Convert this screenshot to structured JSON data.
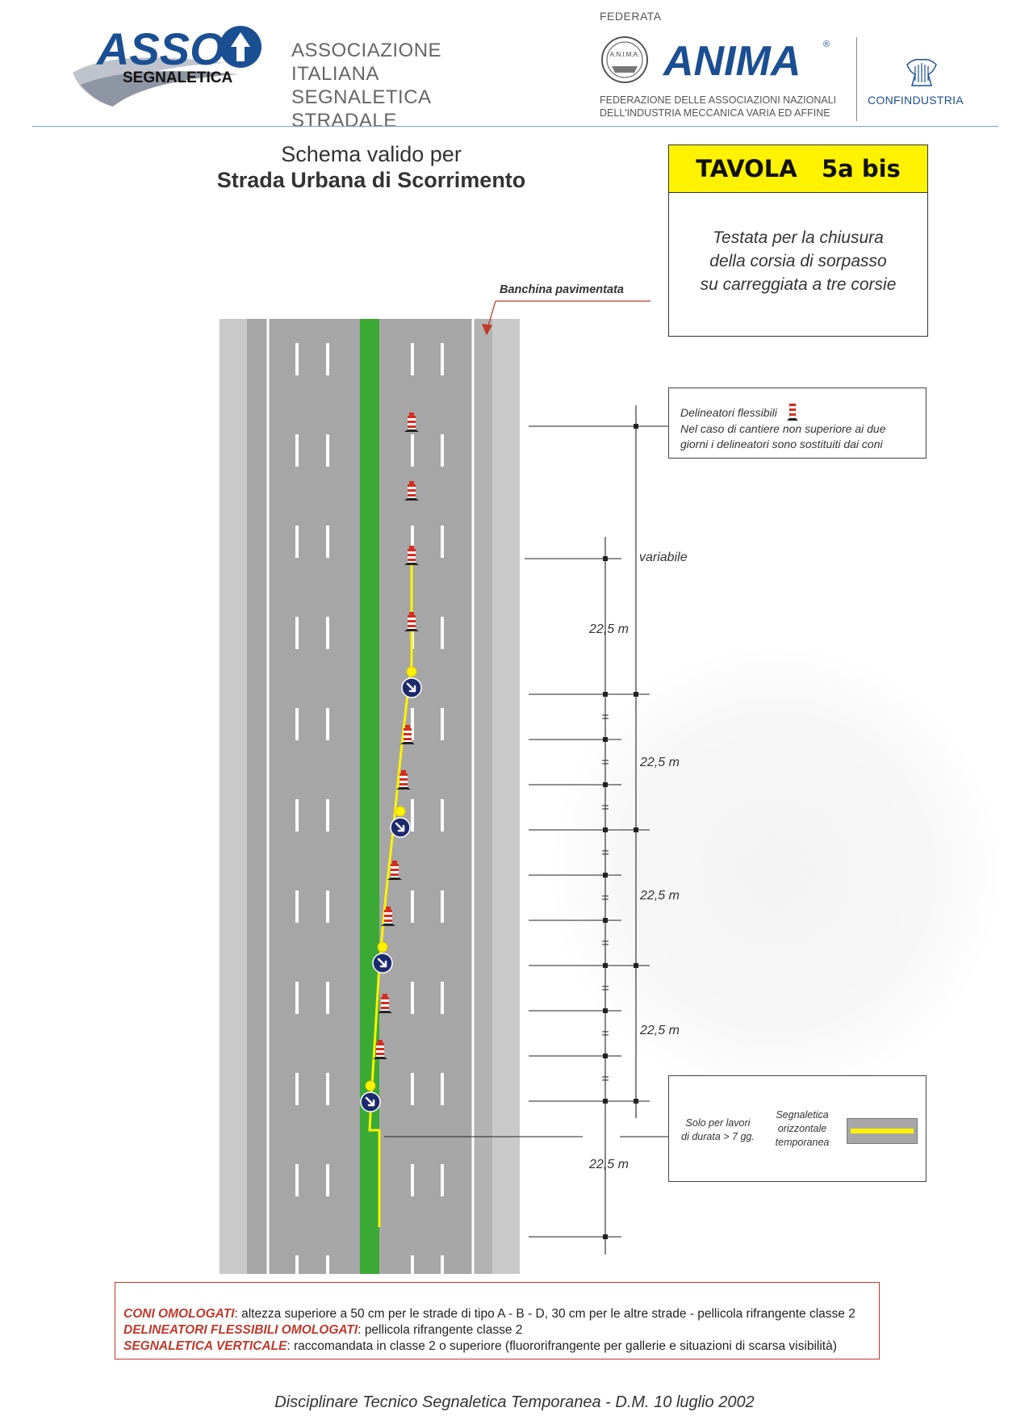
{
  "header": {
    "asso_logo_main": "ASSO",
    "asso_logo_sub": "SEGNALETICA",
    "asso_name_1": "ASSOCIAZIONE ITALIANA",
    "asso_name_2": "SEGNALETICA STRADALE",
    "federata": "FEDERATA",
    "anima_seal": "A.N.I.M.A.",
    "anima_logo": "ANIMA",
    "anima_reg": "®",
    "anima_sub_1": "FEDERAZIONE DELLE ASSOCIAZIONI NAZIONALI",
    "anima_sub_2": "DELL'INDUSTRIA MECCANICA VARIA ED AFFINE",
    "confindustria": "CONFINDUSTRIA"
  },
  "title": {
    "schema_line1": "Schema valido per",
    "schema_line2": "Strada Urbana di Scorrimento"
  },
  "tavola": {
    "label": "TAVOLA",
    "number": "5a bis",
    "desc_line1": "Testata per la chiusura",
    "desc_line2": "della corsia di sorpasso",
    "desc_line3": "su carreggiata a tre corsie"
  },
  "diagram": {
    "banchina_label": "Banchina pavimentata",
    "variabile": "variabile",
    "equals_sign": "=",
    "measures": [
      "22,5 m",
      "22,5 m",
      "22,5 m",
      "22,5 m",
      "22,5 m"
    ],
    "colors": {
      "road": "#a6a6a6",
      "shoulder": "#c9c9c9",
      "median": "#3aaa35",
      "taper_line": "#fff200",
      "sign": "#1e2a6e",
      "delineator_red": "#d62d20"
    }
  },
  "legend_delineators": {
    "title": "Delineatori flessibili",
    "text_1": "Nel caso di cantiere non superiore ai due",
    "text_2": "giorni i delineatori sono sostituiti dai coni"
  },
  "legend_marking": {
    "cond_1": "Solo per lavori",
    "cond_2": "di durata > 7 gg.",
    "label_1": "Segnaletica",
    "label_2": "orizzontale",
    "label_3": "temporanea"
  },
  "notes": {
    "coni_label": "CONI OMOLOGATI",
    "coni_text": ": altezza superiore a 50 cm per le strade di tipo A - B - D, 30 cm per le altre strade - pellicola rifrangente classe 2",
    "delin_label": "DELINEATORI FLESSIBILI OMOLOGATI",
    "delin_text": ":  pellicola rifrangente classe 2",
    "segn_label": "SEGNALETICA VERTICALE",
    "segn_text": ": raccomandata in classe 2 o superiore (fluororifrangente per gallerie e situazioni di scarsa visibilità)"
  },
  "footer": "Disciplinare Tecnico Segnaletica Temporanea - D.M.  10 luglio 2002"
}
